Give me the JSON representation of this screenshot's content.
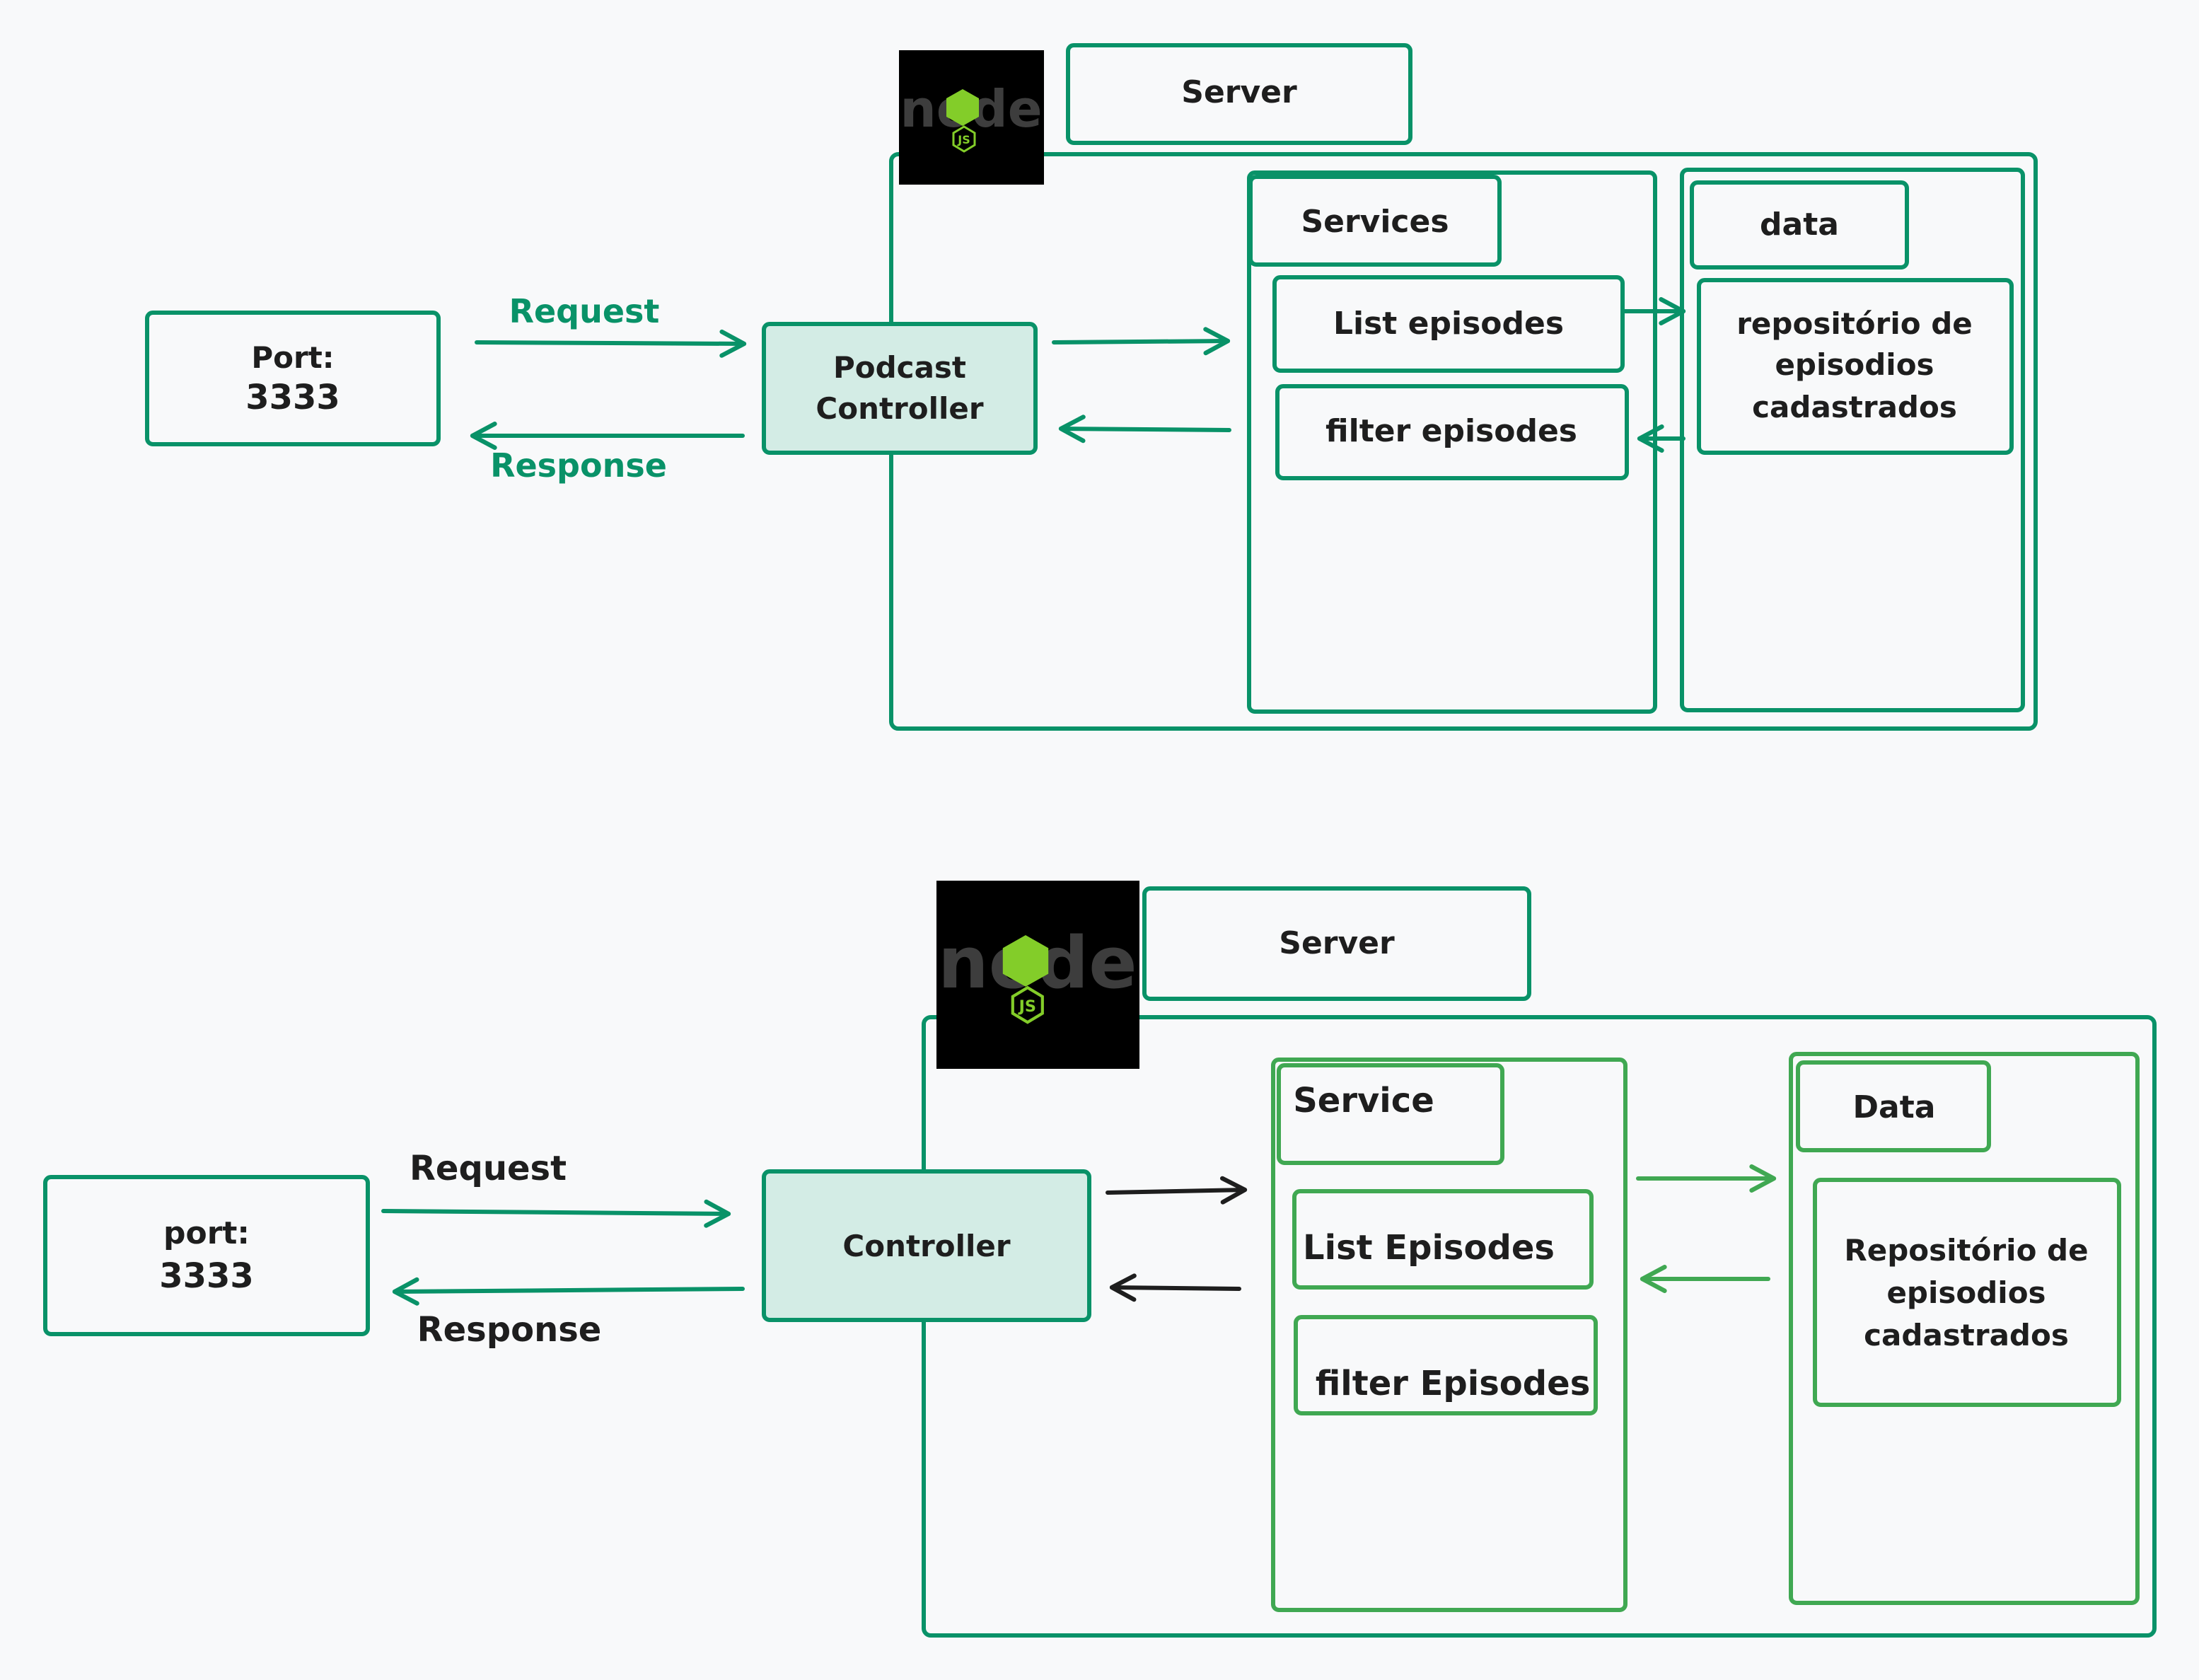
{
  "colors": {
    "background": "#f8f9fa",
    "teal": "#099268",
    "green": "#40a852",
    "ink": "#1e1e1e",
    "controller_fill": "#d3ece5",
    "logo_bg": "#000000",
    "logo_hex": "#83cd29",
    "logo_text": "#3d3d3d"
  },
  "logo": {
    "text": "node",
    "badge": "JS",
    "icon": "nodejs-logo-icon"
  },
  "top": {
    "port": {
      "line1": "Port:",
      "line2": "3333"
    },
    "request": "Request",
    "response": "Response",
    "controller": {
      "line1": "Podcast",
      "line2": "Controller"
    },
    "server": "Server",
    "services": {
      "title": "Services",
      "items": [
        "List episodes",
        "filter episodes"
      ]
    },
    "data": {
      "title": "data",
      "repo": [
        "repositório de",
        "episodios",
        "cadastrados"
      ]
    }
  },
  "bottom": {
    "port": {
      "line1": "port:",
      "line2": "3333"
    },
    "request": "Request",
    "response": "Response",
    "controller": "Controller",
    "server": "Server",
    "service": {
      "title": "Service",
      "items": [
        "List Episodes",
        "filter Episodes"
      ]
    },
    "data": {
      "title": "Data",
      "repo": [
        "Repositório de",
        "episodios",
        "cadastrados"
      ]
    }
  }
}
